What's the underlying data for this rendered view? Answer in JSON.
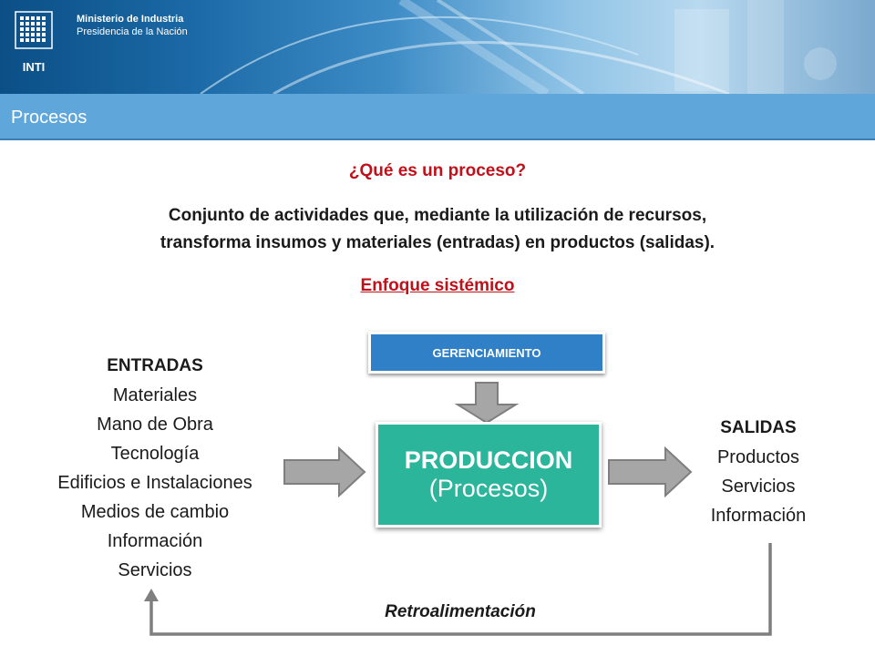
{
  "header": {
    "ministry_line1": "Ministerio de Industria",
    "ministry_line2": "Presidencia de la Nación",
    "logo_text": "INTI"
  },
  "banner": {
    "title": "Procesos"
  },
  "question": "¿Qué es un proceso?",
  "definition": {
    "line1": "Conjunto de actividades que, mediante la utilización de recursos,",
    "line2": "transforma insumos y materiales (entradas) en productos (salidas)."
  },
  "approach": "Enfoque sistémico",
  "inputs": {
    "title": "ENTRADAS",
    "items": [
      "Materiales",
      "Mano de Obra",
      "Tecnología",
      "Edificios e Instalaciones",
      "Medios de cambio",
      "Información",
      "Servicios"
    ]
  },
  "management": {
    "label": "GERENCIAMIENTO"
  },
  "production": {
    "title": "PRODUCCION",
    "subtitle": "(Procesos)"
  },
  "outputs": {
    "title": "SALIDAS",
    "items": [
      "Productos",
      "Servicios",
      "Información"
    ]
  },
  "feedback": {
    "label": "Retroalimentación"
  },
  "colors": {
    "banner": "#5fa7db",
    "accent_red": "#c0111a",
    "management_box": "#2f80c6",
    "production_box": "#2bb59a",
    "arrow_fill": "#a6a6a6",
    "feedback_line": "#7f7f7f"
  }
}
